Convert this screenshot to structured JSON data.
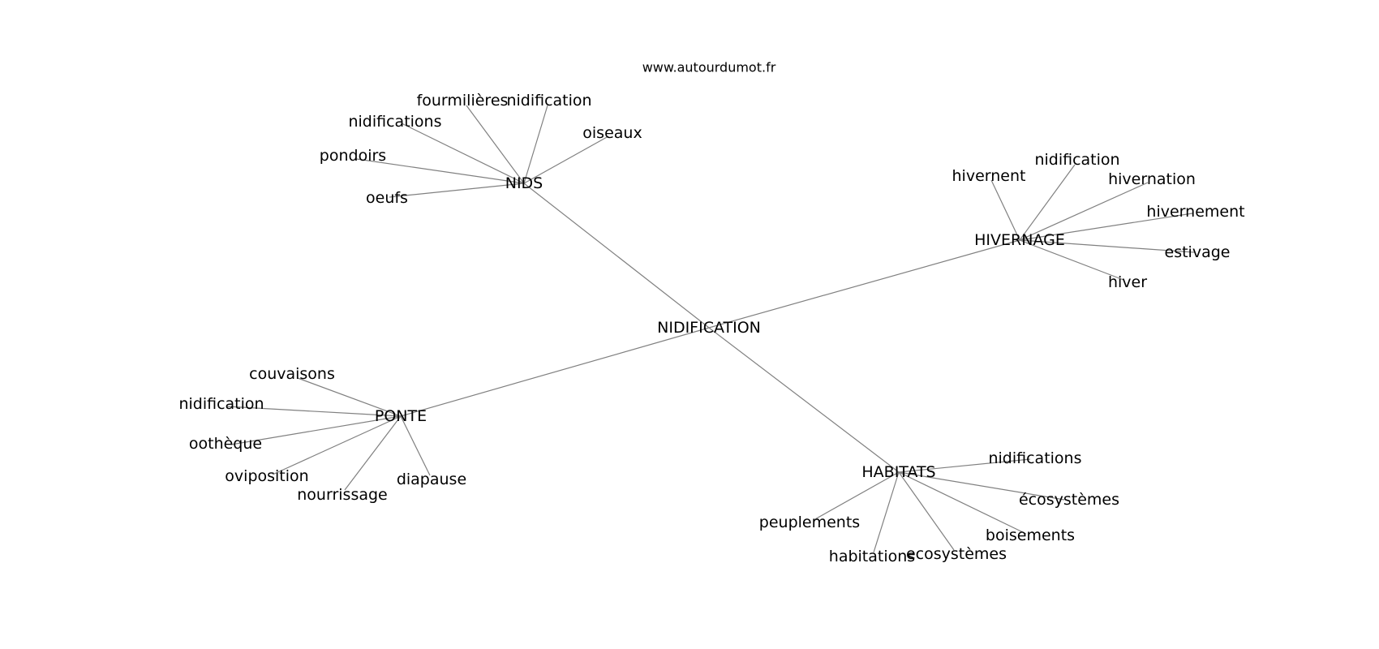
{
  "site_label": "www.autourdumot.fr",
  "center": "NIDIFICATION",
  "groups": [
    {
      "id": "nids",
      "hub": "NIDS",
      "words": [
        "fourmilières",
        "nidification",
        "oiseaux",
        "nidifications",
        "pondoirs",
        "oeufs"
      ]
    },
    {
      "id": "hivernage",
      "hub": "HIVERNAGE",
      "words": [
        "hivernent",
        "nidification",
        "hivernation",
        "hivernement",
        "estivage",
        "hiver"
      ]
    },
    {
      "id": "ponte",
      "hub": "PONTE",
      "words": [
        "couvaisons",
        "nidification",
        "oothèque",
        "oviposition",
        "nourrissage",
        "diapause"
      ]
    },
    {
      "id": "habitats",
      "hub": "HABITATS",
      "words": [
        "nidifications",
        "écosystèmes",
        "boisements",
        "ecosystèmes",
        "habitations",
        "peuplements"
      ]
    }
  ]
}
